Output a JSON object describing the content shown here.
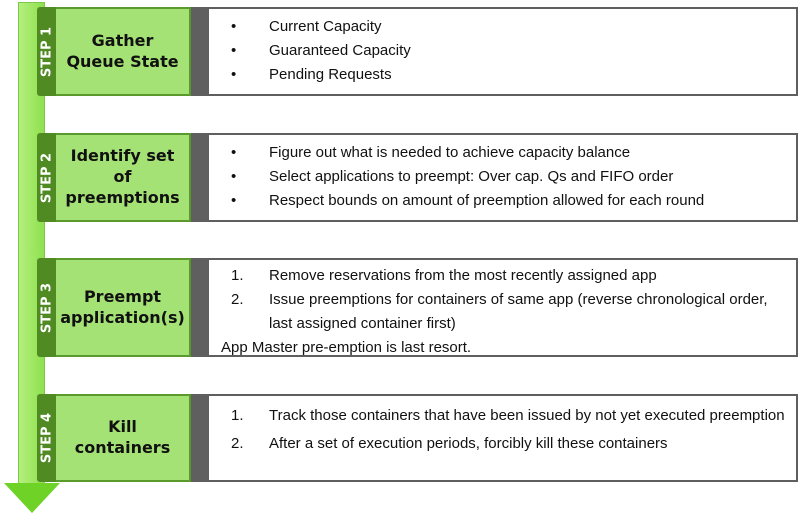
{
  "steps": [
    {
      "label": "STEP 1",
      "title": "Gather Queue State",
      "items": [
        {
          "marker": "•",
          "text": "Current Capacity"
        },
        {
          "marker": "•",
          "text": "Guaranteed Capacity"
        },
        {
          "marker": "•",
          "text": "Pending Requests"
        }
      ],
      "note": ""
    },
    {
      "label": "STEP 2",
      "title": "Identify set of preemptions",
      "items": [
        {
          "marker": "•",
          "text": "Figure out what is needed to achieve capacity balance"
        },
        {
          "marker": "•",
          "text": "Select applications to preempt: Over cap. Qs and FIFO order"
        },
        {
          "marker": "•",
          "text": "Respect bounds on amount of preemption allowed for each round"
        }
      ],
      "note": ""
    },
    {
      "label": "STEP 3",
      "title": "Preempt application(s)",
      "items": [
        {
          "marker": "1.",
          "text": "Remove reservations from the most recently assigned app"
        },
        {
          "marker": "2.",
          "text": "Issue preemptions for containers of same app (reverse chronological order, last assigned container first)"
        }
      ],
      "note": "App Master pre-emption is last resort."
    },
    {
      "label": "STEP 4",
      "title": "Kill containers",
      "items": [
        {
          "marker": "1.",
          "text": "Track those containers that have been issued by not yet executed preemption"
        },
        {
          "marker": "2.",
          "text": "After a set of execution periods, forcibly kill these containers"
        }
      ],
      "note": ""
    }
  ]
}
